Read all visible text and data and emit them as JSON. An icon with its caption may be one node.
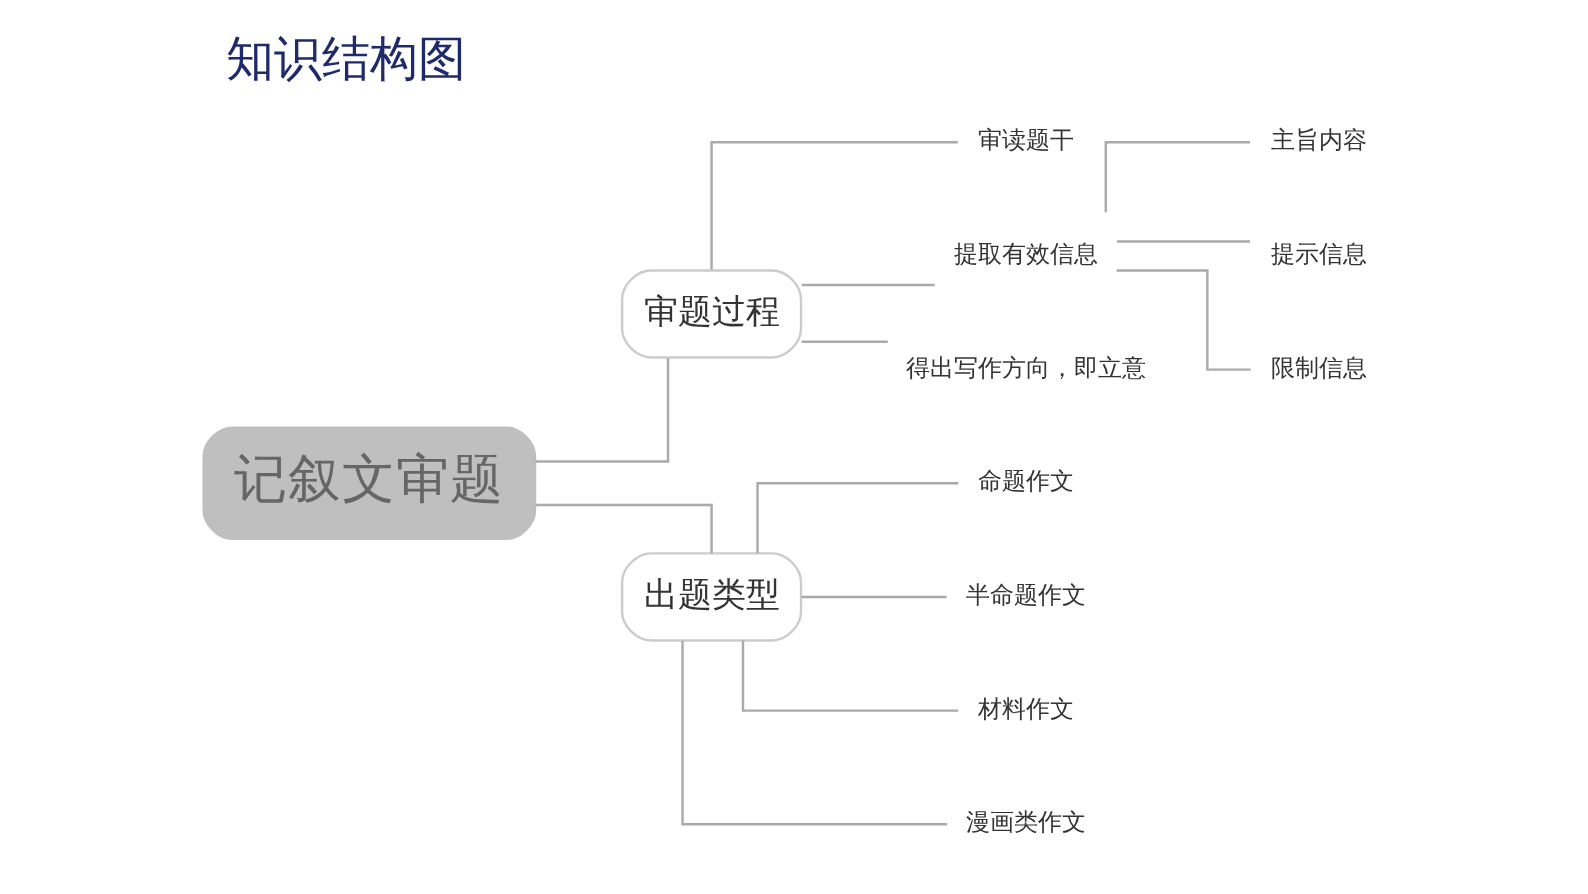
{
  "diagram": {
    "title": "知识结构图",
    "nodes": [
      {
        "text": [
          "记叙文审题"
        ]
      },
      {
        "text": [
          "审题过程"
        ]
      },
      {
        "text": [
          "审读题干"
        ]
      },
      {
        "text": [
          "提取有效信息"
        ]
      },
      {
        "text": [
          "主旨内容"
        ]
      },
      {
        "text": [
          "提示信息"
        ]
      },
      {
        "text": [
          "限制信息"
        ]
      },
      {
        "text": [
          "得出写作方向，即立意"
        ]
      },
      {
        "text": [
          "出题类型"
        ]
      },
      {
        "text": [
          "命题作文"
        ]
      },
      {
        "text": [
          "半命题作文"
        ]
      },
      {
        "text": [
          "材料作文"
        ]
      },
      {
        "text": [
          "漫画类作文"
        ]
      }
    ],
    "edges": [
      {
        "from": 0,
        "to": 1,
        "arrow": "none"
      },
      {
        "from": 1,
        "to": 2,
        "arrow": "none"
      },
      {
        "from": 1,
        "to": 3,
        "arrow": "none"
      },
      {
        "from": 3,
        "to": 4,
        "arrow": "none"
      },
      {
        "from": 3,
        "to": 5,
        "arrow": "none"
      },
      {
        "from": 3,
        "to": 6,
        "arrow": "none"
      },
      {
        "from": 1,
        "to": 7,
        "arrow": "none"
      },
      {
        "from": 0,
        "to": 8,
        "arrow": "none"
      },
      {
        "from": 8,
        "to": 9,
        "arrow": "none"
      },
      {
        "from": 8,
        "to": 10,
        "arrow": "none"
      },
      {
        "from": 8,
        "to": 11,
        "arrow": "none"
      },
      {
        "from": 8,
        "to": 12,
        "arrow": "none"
      }
    ]
  }
}
